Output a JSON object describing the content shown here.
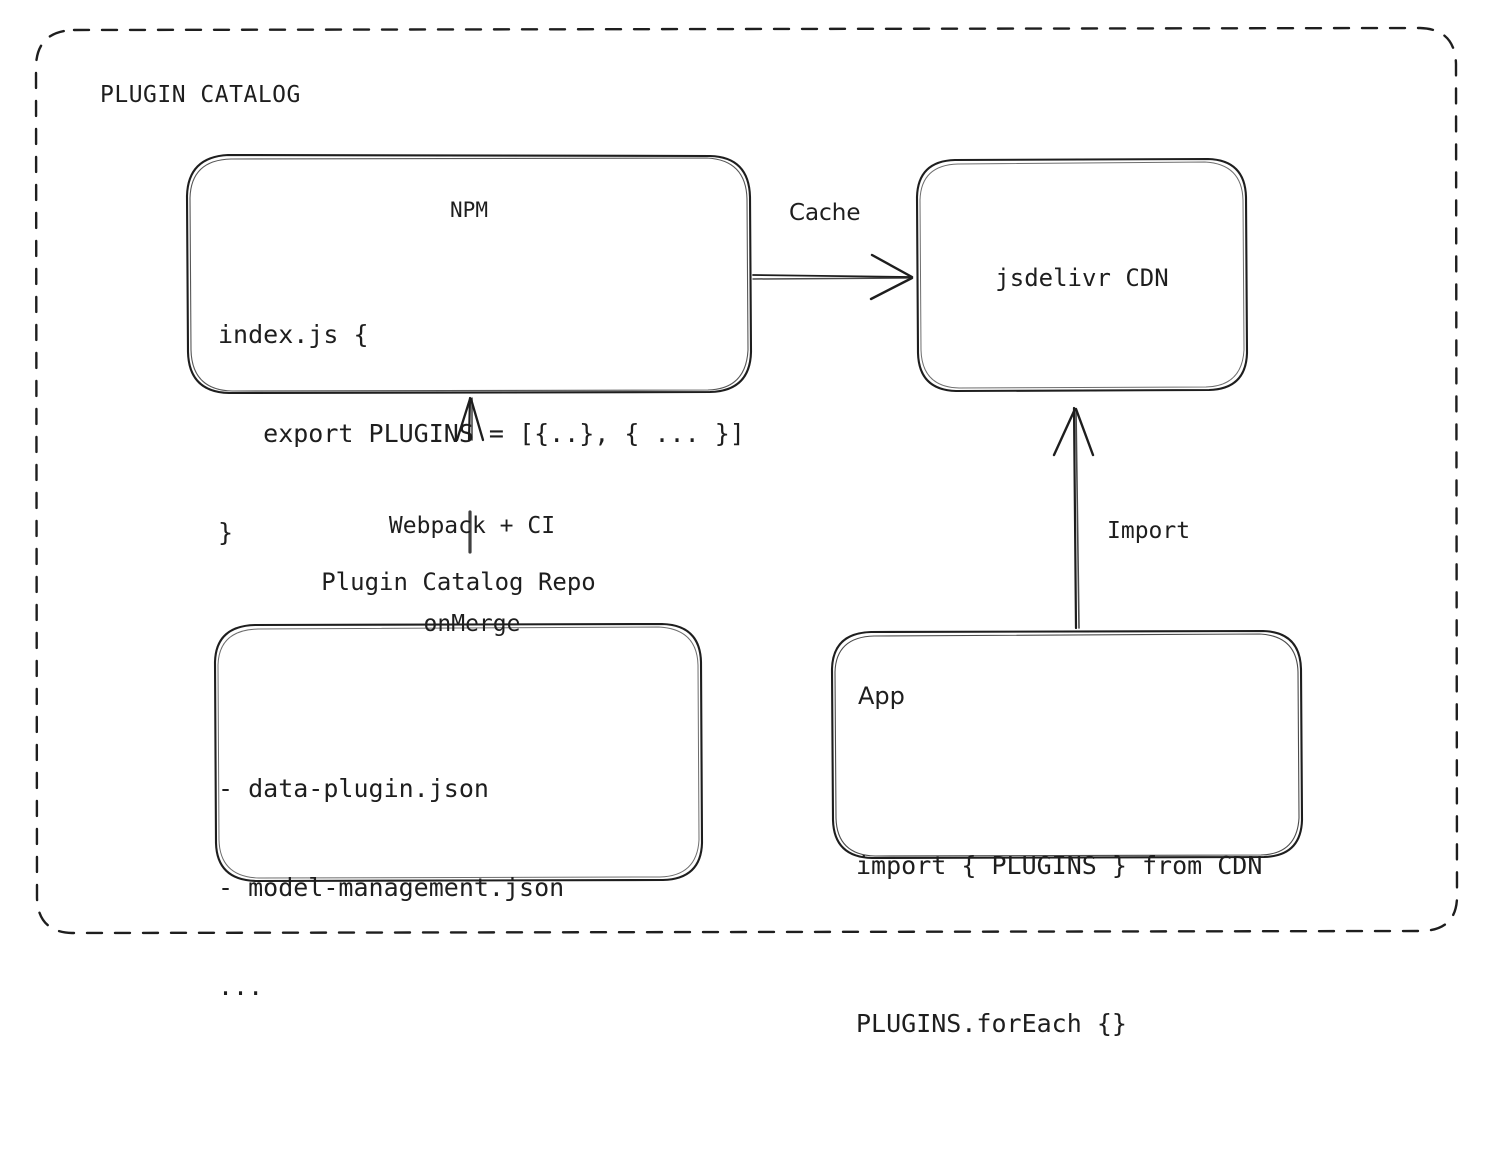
{
  "diagram": {
    "type": "architecture-flow",
    "group": {
      "label": "PLUGIN CATALOG",
      "border_style": "dashed",
      "color": "#1e1e1e"
    },
    "colors": {
      "stroke": "#1e1e1e",
      "text": "#1e1e1e",
      "background": "#ffffff"
    },
    "nodes": {
      "npm": {
        "title": "NPM",
        "code_lines": [
          "index.js {",
          "   export PLUGINS = [{..}, { ... }]",
          "}"
        ]
      },
      "cdn": {
        "title": "jsdelivr CDN"
      },
      "repo": {
        "title": "Plugin Catalog Repo",
        "file_lines": [
          "- data-plugin.json",
          "- model-management.json",
          "..."
        ]
      },
      "app": {
        "title": "App",
        "code_lines": [
          "import { PLUGINS } from CDN",
          "PLUGINS.forEach {}"
        ]
      }
    },
    "edges": [
      {
        "id": "npm-to-cdn",
        "label": "Cache",
        "from": "npm",
        "to": "cdn",
        "direction": "right"
      },
      {
        "id": "repo-to-npm",
        "label": "Webpack + CI\nonMerge",
        "label_line1": "Webpack + CI",
        "label_line2": "onMerge",
        "from": "repo",
        "to": "npm",
        "direction": "up"
      },
      {
        "id": "app-to-cdn",
        "label": "Import",
        "from": "app",
        "to": "cdn",
        "direction": "up"
      }
    ]
  }
}
